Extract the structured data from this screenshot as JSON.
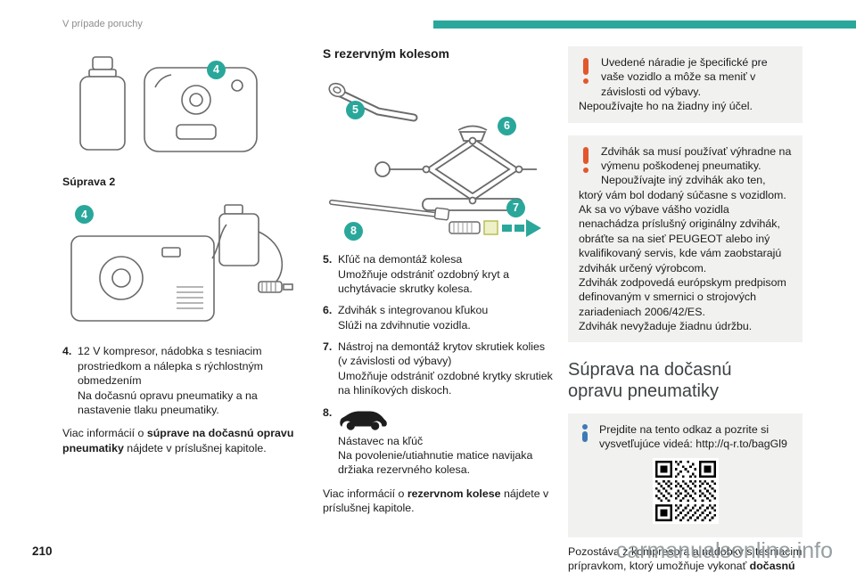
{
  "page": {
    "header": "V prípade poruchy",
    "page_number": "210",
    "watermark": "carmanualsonline.info"
  },
  "colors": {
    "accent_teal": "#2aa79b",
    "warning_orange": "#e2572c",
    "info_blue": "#3d7ab5",
    "note_background": "#f1f1f0"
  },
  "left": {
    "fig1_callout": "4",
    "caption": "Súprava 2",
    "fig2_callout": "4",
    "item4": {
      "num": "4.",
      "line1": "12 V kompresor, nádobka s tesniacim prostriedkom a nálepka s rýchlostným obmedzením",
      "line2": "Na dočasnú opravu pneumatiky a na nastavenie tlaku pneumatiky."
    },
    "more_info": {
      "pre": "Viac informácií o ",
      "bold": "súprave na dočasnú opravu pneumatiky",
      "post": " nájdete v príslušnej kapitole."
    }
  },
  "middle": {
    "heading": "S rezervným kolesom",
    "callouts": {
      "wrench": "5",
      "jack": "6",
      "cap_tool": "7",
      "extension": "8"
    },
    "item5": {
      "num": "5.",
      "line1": "Kľúč na demontáž kolesa",
      "line2": "Umožňuje odstrániť ozdobný kryt a uchytávacie skrutky kolesa."
    },
    "item6": {
      "num": "6.",
      "line1": "Zdvihák s integrovanou kľukou",
      "line2": "Slúži na zdvihnutie vozidla."
    },
    "item7": {
      "num": "7.",
      "line1": "Nástroj na demontáž krytov skrutiek kolies (v závislosti od výbavy)",
      "line2": "Umožňuje odstrániť ozdobné krytky skrutiek na hliníkových diskoch."
    },
    "item8": {
      "num": "8.",
      "line1": "Nástavec na kľúč",
      "line2": "Na povolenie/utiahnutie matice navijaka držiaka rezervného kolesa."
    },
    "more_info": {
      "pre": "Viac informácií o ",
      "bold": "rezervnom kolese",
      "post": " nájdete v príslušnej kapitole."
    }
  },
  "right": {
    "warning1": {
      "line1": "Uvedené náradie je špecifické pre vaše vozidlo a môže sa meniť v závislosti od výbavy.",
      "line2": "Nepoužívajte ho na žiadny iný účel."
    },
    "warning2": {
      "line1": "Zdvihák sa musí používať výhradne na výmenu poškodenej pneumatiky.",
      "line2": "Nepoužívajte iný zdvihák ako ten, ktorý vám bol dodaný súčasne s vozidlom.",
      "line3": "Ak sa vo výbave vášho vozidla nenachádza príslušný originálny zdvihák, obráťte sa na sieť PEUGEOT alebo iný kvalifikovaný servis, kde vám zaobstarajú zdvihák určený výrobcom.",
      "line4": "Zdvihák zodpovedá európskym predpisom definovaným v smernici o strojových zariadeniach 2006/42/ES.",
      "line5": "Zdvihák nevyžaduje žiadnu údržbu."
    },
    "section_heading": "Súprava na dočasnú opravu pneumatiky",
    "info_box": {
      "text": "Prejdite na tento odkaz a pozrite si vysvetľujúce videá: http://q-r.to/bagGl9"
    },
    "closing": {
      "pre": "Pozostáva z kompresora a nádobky s tesniacim prípravkom, ktorý umožňuje vykonať ",
      "bold": "dočasnú"
    }
  }
}
